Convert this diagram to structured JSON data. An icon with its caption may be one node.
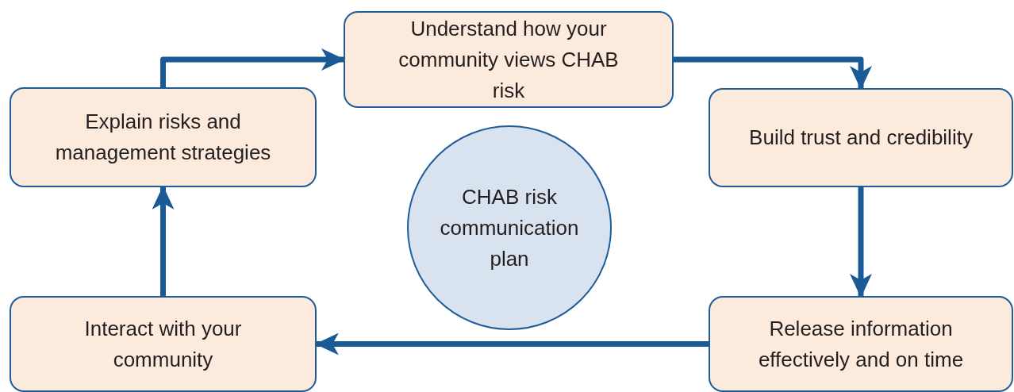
{
  "diagram": {
    "nodes": [
      {
        "text": [
          "Understand how your community views CHAB risk"
        ]
      },
      {
        "text": [
          "Build trust and credibility"
        ]
      },
      {
        "text": [
          "Release information effectively and on time"
        ]
      },
      {
        "text": [
          "Interact with your community"
        ]
      },
      {
        "text": [
          "Explain risks and management strategies"
        ]
      },
      {
        "text": [
          "CHAB risk communication plan"
        ]
      }
    ],
    "edges": [
      {
        "from": 4,
        "to": 0,
        "arrow": "to"
      },
      {
        "from": 0,
        "to": 1,
        "arrow": "to"
      },
      {
        "from": 1,
        "to": 2,
        "arrow": "to"
      },
      {
        "from": 2,
        "to": 3,
        "arrow": "to"
      },
      {
        "from": 3,
        "to": 4,
        "arrow": "to"
      }
    ]
  }
}
